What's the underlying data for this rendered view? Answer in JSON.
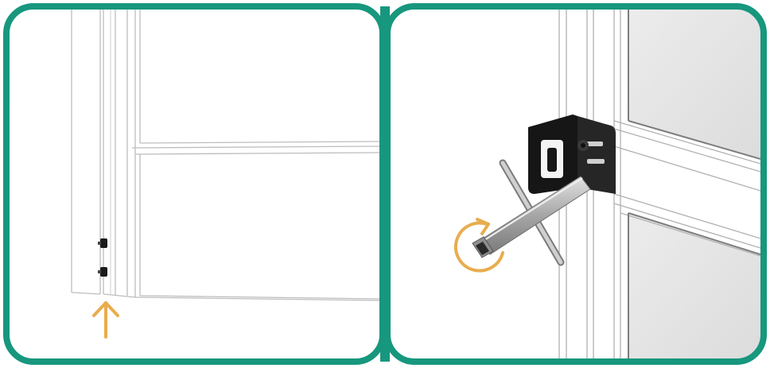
{
  "colors": {
    "frame": "#17977d",
    "accent": "#e8ad4e",
    "line": "#b9b9b9",
    "line_dark": "#8c8c8c",
    "glass": "#e6e6e6",
    "bracket": "#161616",
    "rod": "#a9a9a9"
  },
  "panels": [
    {
      "id": "left",
      "icons": [
        "door-frame-illustration",
        "hinge-pin-icon",
        "up-arrow-icon"
      ]
    },
    {
      "id": "right",
      "icons": [
        "window-frame-illustration",
        "mounting-bracket-icon",
        "tool-rod-icon",
        "rotate-arrow-icon"
      ]
    }
  ]
}
